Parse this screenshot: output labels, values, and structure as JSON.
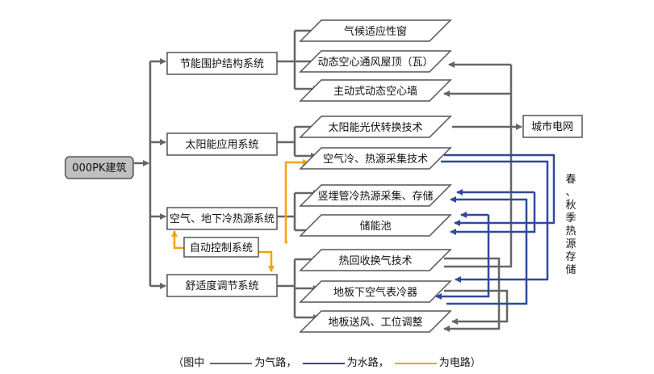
{
  "root": {
    "label": "000PK建筑"
  },
  "systems": [
    {
      "id": "envelope",
      "label": "节能围护结构系统"
    },
    {
      "id": "solar",
      "label": "太阳能应用系统"
    },
    {
      "id": "air_ground",
      "label": "空气、地下冷热源系统"
    },
    {
      "id": "comfort",
      "label": "舒适度调节系统"
    }
  ],
  "control": {
    "label": "自动控制系统"
  },
  "subsystems": [
    {
      "id": "s1",
      "label": "气候适应性窗"
    },
    {
      "id": "s2",
      "label": "动态空心通风屋顶（瓦）"
    },
    {
      "id": "s3",
      "label": "主动式动态空心墙"
    },
    {
      "id": "s4",
      "label": "太阳能光伏转换技术"
    },
    {
      "id": "s5",
      "label": "空气冷、热源采集技术"
    },
    {
      "id": "s6",
      "label": "竖埋管冷热源采集、存储"
    },
    {
      "id": "s7",
      "label": "储能池"
    },
    {
      "id": "s8",
      "label": "热回收换气技术"
    },
    {
      "id": "s9",
      "label": "地板下空气表冷器"
    },
    {
      "id": "s10",
      "label": "地板送风、工位调整"
    }
  ],
  "grid": {
    "label": "城市电网"
  },
  "season_note": {
    "label": "春、秋季热源存储"
  },
  "legend": {
    "prefix": "（图中",
    "items": [
      {
        "label": "为气路，",
        "color": "#666666"
      },
      {
        "label": "为水路，",
        "color": "#2e4a9a"
      },
      {
        "label": "为电路）",
        "color": "#f5a300"
      }
    ]
  },
  "colors": {
    "air": "#666666",
    "water": "#2e4a9a",
    "electric": "#f5a300",
    "root_fill": "#c0c0c0"
  }
}
